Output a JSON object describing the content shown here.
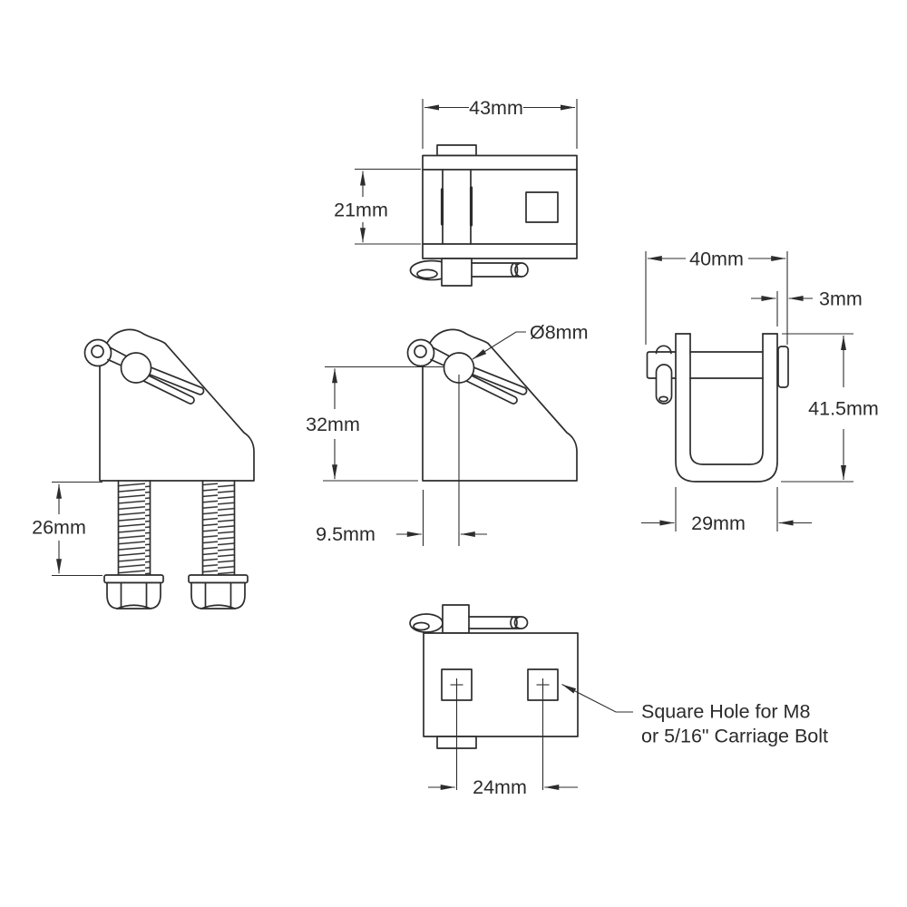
{
  "colors": {
    "line": "#2d2d2d",
    "text": "#2b2b2b",
    "background": "#ffffff"
  },
  "labels": {
    "top_view_width": "43mm",
    "top_view_depth": "21mm",
    "bolt_length": "26mm",
    "pin_diameter": "Ø8mm",
    "front_height": "32mm",
    "pin_offset": "9.5mm",
    "right_width": "40mm",
    "plate_thickness": "3mm",
    "right_height": "41.5mm",
    "channel_outer_width": "29mm",
    "hole_spacing": "24mm",
    "callout_line1": "Square Hole for M8",
    "callout_line2": "or 5/16\" Carriage Bolt"
  }
}
